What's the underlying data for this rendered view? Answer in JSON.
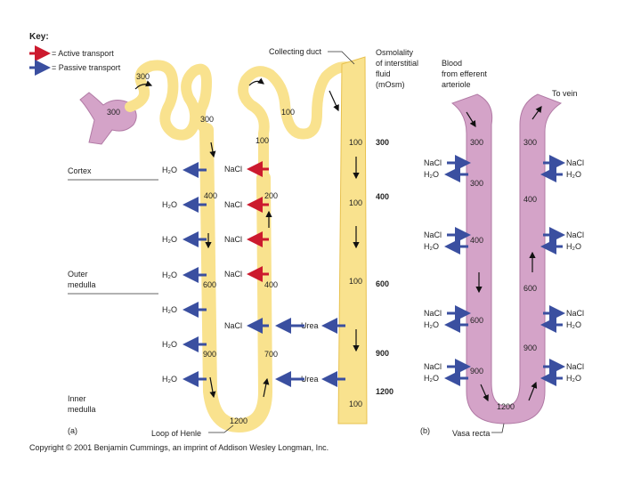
{
  "key": {
    "title": "Key:",
    "active": "= Active transport",
    "passive": "= Passive transport"
  },
  "colors": {
    "tubule": "#f9e28e",
    "tubule_stroke": "#e8c14e",
    "vasa": "#d4a3c8",
    "vasa_stroke": "#b17aa5",
    "active_arrow": "#cc1a2e",
    "passive_arrow": "#3a4fa0"
  },
  "labels": {
    "collecting_duct": "Collecting duct",
    "osmolality_l1": "Osmolality",
    "osmolality_l2": "of interstitial",
    "osmolality_l3": "fluid",
    "osmolality_l4": "(mOsm)",
    "cortex": "Cortex",
    "outer_medulla_l1": "Outer",
    "outer_medulla_l2": "medulla",
    "inner_medulla_l1": "Inner",
    "inner_medulla_l2": "medulla",
    "loop_of_henle": "Loop of Henle",
    "panel_a": "(a)",
    "panel_b": "(b)",
    "vasa_recta": "Vasa recta",
    "blood_l1": "Blood",
    "blood_l2": "from efferent",
    "blood_l3": "arteriole",
    "to_vein": "To vein",
    "copyright": "Copyright © 2001 Benjamin Cummings, an imprint of Addison Wesley Longman, Inc."
  },
  "osmolality_scale": [
    "300",
    "400",
    "600",
    "900",
    "1200"
  ],
  "nephron_values": {
    "glomerulus": "300",
    "pct": "300",
    "dct_top": "100",
    "desc_start": "300",
    "desc_400": "400",
    "desc_600": "600",
    "desc_900": "900",
    "bend": "1200",
    "asc_100": "100",
    "asc_200": "200",
    "asc_400": "400",
    "asc_700": "700",
    "cd_100a": "100",
    "cd_100b": "100",
    "cd_100c": "100",
    "cd_100d": "100"
  },
  "solutes": {
    "h2o": "H₂O",
    "nacl": "NaCl",
    "urea": "Urea"
  },
  "vasa_values": {
    "d300": "300",
    "d300b": "300",
    "d400": "400",
    "d600": "600",
    "d900": "900",
    "bend": "1200",
    "u300": "300",
    "u400": "400",
    "u600": "600",
    "u900": "900"
  }
}
